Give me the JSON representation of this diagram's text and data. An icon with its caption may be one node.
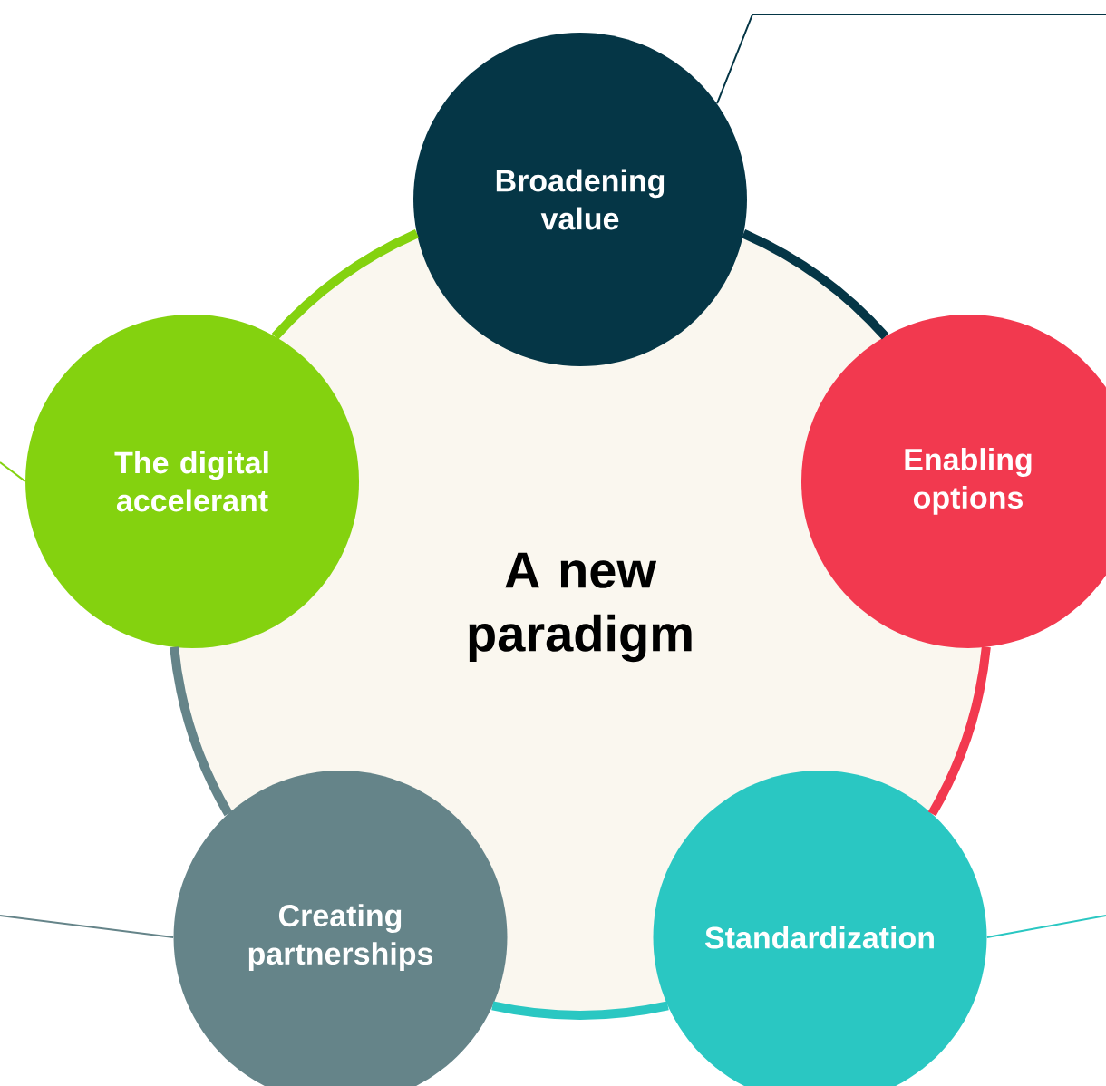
{
  "diagram": {
    "nodes": [
      {
        "text": [
          "A new paradigm"
        ]
      },
      {
        "text": [
          "Broadening value"
        ]
      },
      {
        "text": [
          "Enabling options"
        ]
      },
      {
        "text": [
          "Standardization"
        ]
      },
      {
        "text": [
          "Creating partnerships"
        ]
      },
      {
        "text": [
          "The digital accelerant"
        ]
      }
    ],
    "edges": [
      {
        "from": 1,
        "to": 2,
        "arrow": "none",
        "color": "#053646"
      },
      {
        "from": 2,
        "to": 3,
        "arrow": "none",
        "color": "#f2394f"
      },
      {
        "from": 3,
        "to": 4,
        "arrow": "none",
        "color": "#2ac7c2"
      },
      {
        "from": 4,
        "to": 5,
        "arrow": "none",
        "color": "#658489"
      },
      {
        "from": 5,
        "to": 1,
        "arrow": "none",
        "color": "#84d20f"
      },
      {
        "from": 1,
        "to": null,
        "arrow": "none",
        "color": "#053646"
      },
      {
        "from": 3,
        "to": null,
        "arrow": "none",
        "color": "#2ac7c2"
      },
      {
        "from": 4,
        "to": null,
        "arrow": "none",
        "color": "#658489"
      },
      {
        "from": 5,
        "to": null,
        "arrow": "none",
        "color": "#84d20f"
      }
    ]
  }
}
